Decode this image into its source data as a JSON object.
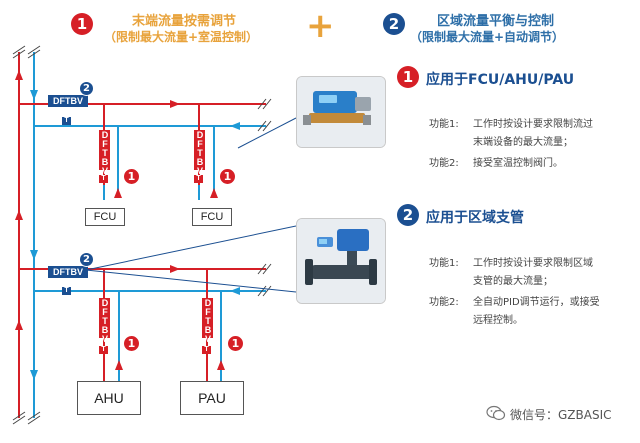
{
  "header": {
    "left": {
      "number": "1",
      "title": "末端流量按需调节",
      "subtitle": "（限制最大流量+室温控制）"
    },
    "plus": "+",
    "right": {
      "number": "2",
      "title": "区域流量平衡与控制",
      "subtitle": "（限制最大流量+自动调节）"
    }
  },
  "diagram": {
    "valve_main": "DFTBV",
    "valve_branch": "DFTBV",
    "t_marker": "T",
    "badge1": "1",
    "badge2": "2",
    "units": {
      "fcu1": "FCU",
      "fcu2": "FCU",
      "ahu": "AHU",
      "pau": "PAU"
    }
  },
  "section1": {
    "number": "1",
    "title": "应用于FCU/AHU/PAU",
    "features": [
      {
        "label": "功能1:",
        "text": "工作时按设计要求限制流过",
        "cont": "末端设备的最大流量；"
      },
      {
        "label": "功能2:",
        "text": "接受室温控制阀门。",
        "cont": ""
      }
    ]
  },
  "section2": {
    "number": "2",
    "title": "应用于区域支管",
    "features": [
      {
        "label": "功能1:",
        "text": "工作时按设计要求限制区域",
        "cont": "支管的最大流量；"
      },
      {
        "label": "功能2:",
        "text": "全自动PID调节运行，或接受",
        "cont": "远程控制。"
      }
    ]
  },
  "footer": {
    "wechat": "微信号：GZBASIC"
  },
  "colors": {
    "pipe_supply": "#d61f26",
    "pipe_return": "#1e9ad6",
    "accent": "#e8a33c",
    "navy": "#1b4f91"
  }
}
